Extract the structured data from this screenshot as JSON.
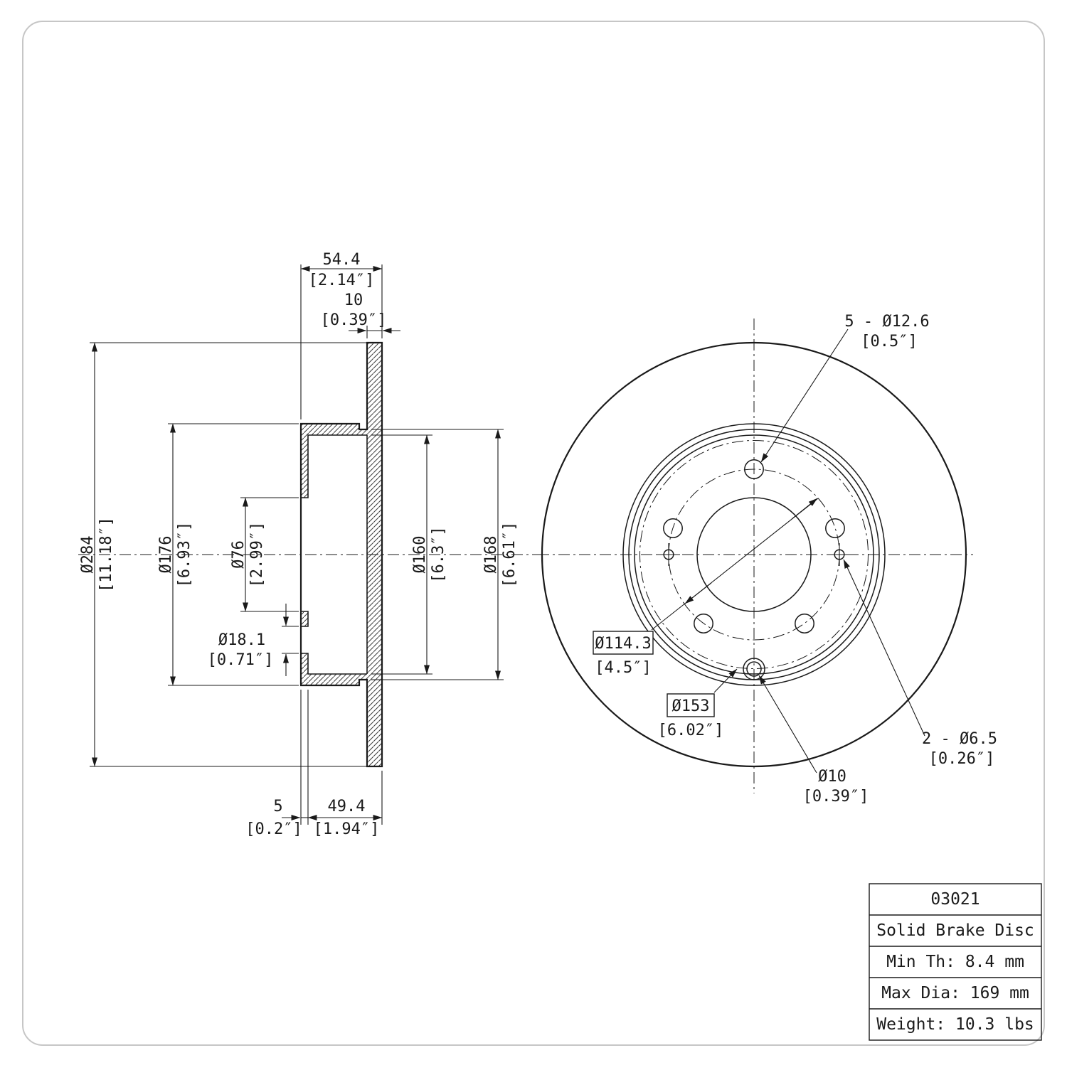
{
  "drawing": {
    "section": {
      "overall_width_mm": "54.4",
      "overall_width_in": "[2.14″]",
      "plate_thickness_mm": "10",
      "plate_thickness_in": "[0.39″]",
      "outer_diameter_mm": "Ø284",
      "outer_diameter_in": "[11.18″]",
      "hat_diameter_mm": "Ø176",
      "hat_diameter_in": "[6.93″]",
      "bore_diameter_mm": "Ø76",
      "bore_diameter_in": "[2.99″]",
      "hole_diameter_mm": "Ø18.1",
      "hole_diameter_in": "[0.71″]",
      "inner_diameter_mm": "Ø160",
      "inner_diameter_in": "[6.3″]",
      "flange_diameter_mm": "Ø168",
      "flange_diameter_in": "[6.61″]",
      "face_thickness_mm": "5",
      "face_thickness_in": "[0.2″]",
      "hat_depth_mm": "49.4",
      "hat_depth_in": "[1.94″]"
    },
    "front": {
      "bolt_holes_mm": "5 - Ø12.6",
      "bolt_holes_in": "[0.5″]",
      "bolt_circle_mm": "Ø114.3",
      "bolt_circle_in": "[4.5″]",
      "aux_circle_mm": "Ø153",
      "aux_circle_in": "[6.02″]",
      "screw_holes_mm": "2 - Ø6.5",
      "screw_holes_in": "[0.26″]",
      "balance_hole_mm": "Ø10",
      "balance_hole_in": "[0.39″]"
    }
  },
  "title_block": {
    "part_number": "03021",
    "description": "Solid Brake Disc",
    "min_thickness": "Min Th: 8.4 mm",
    "max_diameter": "Max Dia: 169 mm",
    "weight": "Weight: 10.3 lbs"
  }
}
